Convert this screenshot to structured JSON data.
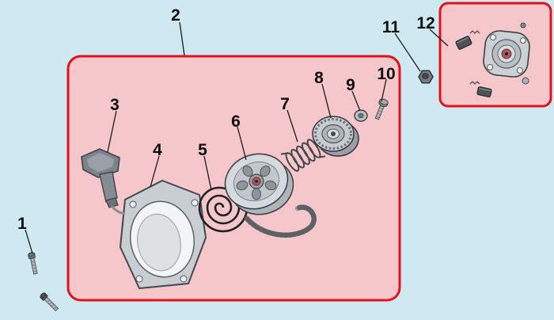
{
  "title": "Recoil starter exploded parts diagram",
  "colors": {
    "background": "#cfe9f2",
    "panel_fill": "#f5c6ca",
    "panel_border": "#e2121c",
    "line": "#1b1b1b",
    "hub_accent": "#a85a5e"
  },
  "panels": {
    "main": {
      "name": "recoil-starter-assembly-panel"
    },
    "detail": {
      "name": "pawl-kit-detail-panel"
    }
  },
  "callouts": [
    {
      "number": "1",
      "part": "mounting-screws"
    },
    {
      "number": "2",
      "part": "recoil-starter-assembly"
    },
    {
      "number": "3",
      "part": "starter-grip"
    },
    {
      "number": "4",
      "part": "starter-housing"
    },
    {
      "number": "5",
      "part": "rewind-spring"
    },
    {
      "number": "6",
      "part": "rope-pulley"
    },
    {
      "number": "7",
      "part": "friction-spring"
    },
    {
      "number": "8",
      "part": "starter-ratchet-cup"
    },
    {
      "number": "9",
      "part": "washer"
    },
    {
      "number": "10",
      "part": "screw"
    },
    {
      "number": "11",
      "part": "nut"
    },
    {
      "number": "12",
      "part": "pawl-kit"
    }
  ]
}
